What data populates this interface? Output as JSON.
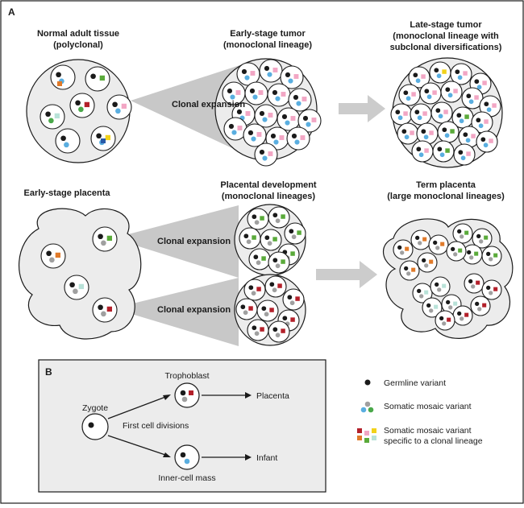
{
  "panel_a": {
    "letter": "A",
    "normal_title_1": "Normal adult tissue",
    "normal_title_2": "(polyclonal)",
    "early_tumor_title_1": "Early-stage tumor",
    "early_tumor_title_2": "(monoclonal lineage)",
    "late_tumor_title_1": "Late-stage tumor",
    "late_tumor_title_2": "(monoclonal lineage with",
    "late_tumor_title_3": "subclonal diversifications)",
    "clonal_expansion": "Clonal expansion",
    "early_placenta_title": "Early-stage placenta",
    "placental_dev_title_1": "Placental development",
    "placental_dev_title_2": "(monoclonal lineages)",
    "term_placenta_title_1": "Term placenta",
    "term_placenta_title_2": "(large monoclonal lineages)"
  },
  "panel_b": {
    "letter": "B",
    "zygote": "Zygote",
    "first_divisions": "First cell divisions",
    "trophoblast": "Trophoblast",
    "placenta": "Placenta",
    "inner_cell_mass": "Inner-cell mass",
    "infant": "Infant"
  },
  "legend": {
    "germline": "Germline variant",
    "somatic_mosaic": "Somatic mosaic variant",
    "lineage_1": "Somatic mosaic variant",
    "lineage_2": "specific to a clonal lineage"
  },
  "colors": {
    "germline": "#1a1a1a",
    "somatic_blue": "#5aaee0",
    "somatic_green": "#4aa84a",
    "somatic_gray": "#a0a0a0",
    "pink": "#f2a6c4",
    "orange": "#e07a2a",
    "green": "#5aaa3a",
    "red": "#b3202a",
    "yellow": "#f2d21a",
    "blue": "#2a5aa8",
    "mint": "#b8e2d8",
    "tissue_fill": "#ececec",
    "arrow_gray": "#cccccc"
  }
}
